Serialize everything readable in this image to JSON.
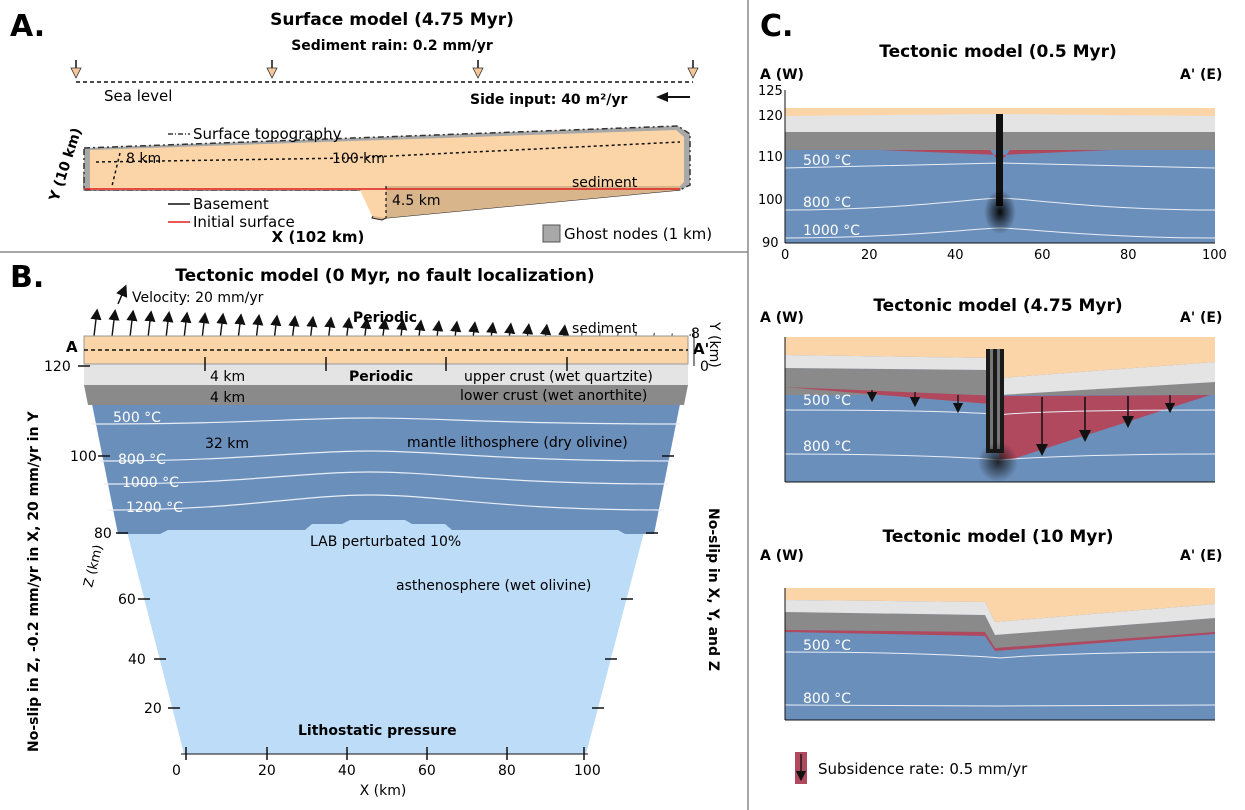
{
  "panel_letters": {
    "a": "A.",
    "b": "B.",
    "c": "C."
  },
  "panelA": {
    "title": "Surface model (4.75 Myr)",
    "rain": "Sediment rain: 0.2 mm/yr",
    "sea_level": "Sea level",
    "side_input": "Side input: 40 m²/yr",
    "surface_topo": "Surface topography",
    "dim_8km": "8 km",
    "dim_100km": "100 km",
    "sediment": "sediment",
    "dim_45km": "4.5 km",
    "basement": "Basement",
    "initial_surface": "Initial surface",
    "y_axis": "Y (10 km)",
    "x_axis": "X (102 km)",
    "ghost": "Ghost nodes (1 km)",
    "colors": {
      "sediment": "#fbd5a8",
      "basement": "#d9b58c",
      "ghost": "#a8a8a8",
      "initial": "#e02020"
    }
  },
  "panelB": {
    "title": "Tectonic model (0 Myr, no fault localization)",
    "velocity": "Velocity: 20 mm/yr",
    "periodic_top": "Periodic",
    "periodic_mid": "Periodic",
    "sediment": "sediment",
    "point_a": "A",
    "point_a2": "A'",
    "y_axis_label": "Y (km)",
    "y_tick_8": "8",
    "y_tick_0": "0",
    "upper_crust": "upper crust (wet quartzite)",
    "lower_crust": "lower crust (wet anorthite)",
    "mantle": "mantle lithosphere (dry olivine)",
    "thick_upper": "4 km",
    "thick_lower": "4 km",
    "thick_mantle": "32 km",
    "iso_500": "500 °C",
    "iso_800": "800 °C",
    "iso_1000": "1000 °C",
    "iso_1200": "1200 °C",
    "lab": "LAB perturbated 10%",
    "asth": "asthenosphere (wet olivine)",
    "litho": "Lithostatic pressure",
    "z_label": "Z (km)",
    "z_ticks": [
      "120",
      "100",
      "80",
      "60",
      "40",
      "20"
    ],
    "x_ticks": [
      "0",
      "20",
      "40",
      "60",
      "80",
      "100"
    ],
    "x_label": "X (km)",
    "left_bc": "No-slip in Z, -0.2 mm/yr in X, 20 mm/yr in Y",
    "right_bc": "No-slip in X, Y, and Z",
    "colors": {
      "sediment": "#fbd5a8",
      "upper_crust": "#e4e4e4",
      "lower_crust": "#8a8a8a",
      "mantle": "#6b8fbb",
      "asth": "#bcdcf8"
    }
  },
  "panelC": {
    "m1": {
      "title": "Tectonic model (0.5 Myr)",
      "a": "A (W)",
      "a2": "A' (E)",
      "iso_500": "500 °C",
      "iso_800": "800 °C",
      "iso_1000": "1000 °C",
      "y_ticks": [
        "125",
        "120",
        "110",
        "100",
        "90"
      ],
      "x_ticks": [
        "0",
        "20",
        "40",
        "60",
        "80",
        "100"
      ]
    },
    "m2": {
      "title": "Tectonic model (4.75 Myr)",
      "a": "A (W)",
      "a2": "A' (E)",
      "iso_500": "500 °C",
      "iso_800": "800 °C"
    },
    "m3": {
      "title": "Tectonic model (10 Myr)",
      "a": "A (W)",
      "a2": "A' (E)",
      "iso_500": "500 °C",
      "iso_800": "800 °C"
    },
    "legend": "Subsidence rate: 0.5 mm/yr",
    "colors": {
      "subsidence": "#b0485e"
    }
  }
}
